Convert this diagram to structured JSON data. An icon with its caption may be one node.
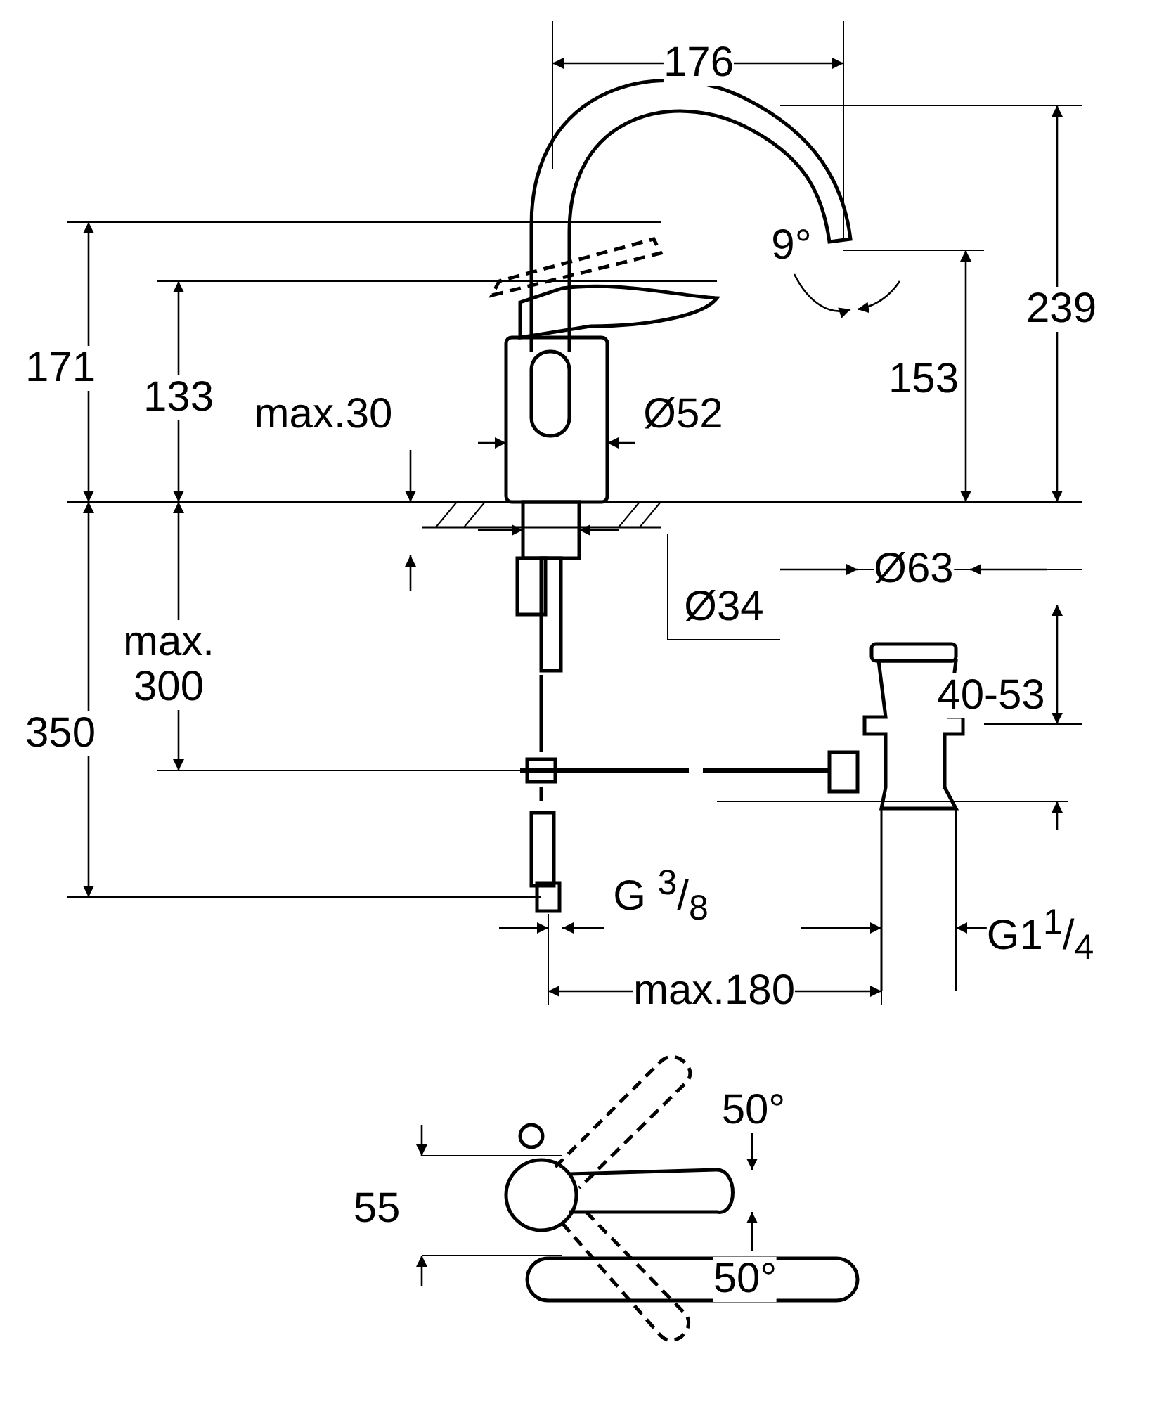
{
  "diagram": {
    "labels": [
      "176",
      "239",
      "9°",
      "171",
      "133",
      "max.30",
      "Ø52",
      "153",
      "Ø34",
      "Ø63",
      "max. 300",
      "40-53",
      "350",
      "G $^{3}$/$_{8}$",
      "G1$^{1}$/$_{4}$",
      "max.180",
      "50°",
      "55",
      "50°"
    ]
  }
}
